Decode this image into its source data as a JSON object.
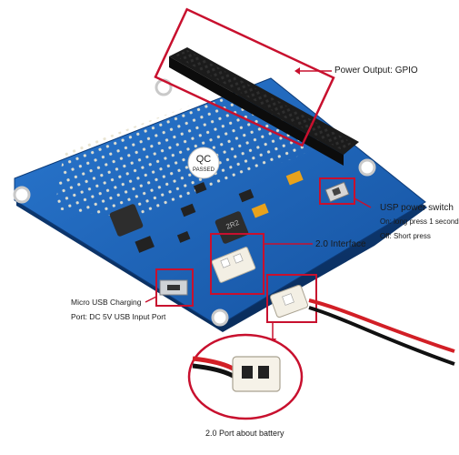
{
  "labels": {
    "power_output": "Power Output: GPIO",
    "switch_title": "USP power switch",
    "switch_on": "On: long press 1 second",
    "switch_off": "Off: Short press",
    "interface": "2.0 Interface",
    "usb_line1": "Micro USB Charging",
    "usb_line2": "Port: DC 5V USB Input Port",
    "battery_port": "2.0 Port about battery",
    "qc_stamp_line1": "QC",
    "qc_stamp_line2": "PASSED",
    "inductor_mark": "2R2"
  },
  "colors": {
    "pcb_blue": "#1d63b6",
    "annotation_red": "#c8102e",
    "header_black": "#1b1b1b",
    "cable_red": "#d21f26",
    "cable_black": "#111111"
  }
}
